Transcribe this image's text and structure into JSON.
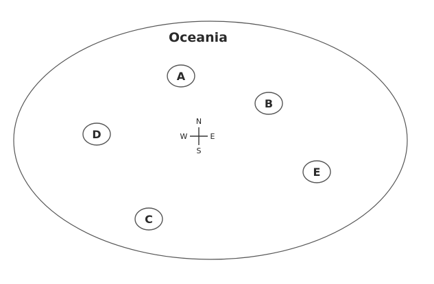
{
  "map": {
    "title": "Oceania",
    "region_outline": "ellipse"
  },
  "markers": [
    {
      "id": "A",
      "label": "A"
    },
    {
      "id": "B",
      "label": "B"
    },
    {
      "id": "C",
      "label": "C"
    },
    {
      "id": "D",
      "label": "D"
    },
    {
      "id": "E",
      "label": "E"
    }
  ],
  "compass": {
    "north": "N",
    "south": "S",
    "east": "E",
    "west": "W"
  },
  "colors": {
    "background": "#ffffff",
    "outline": "#555555",
    "text": "#2a2a2a"
  }
}
